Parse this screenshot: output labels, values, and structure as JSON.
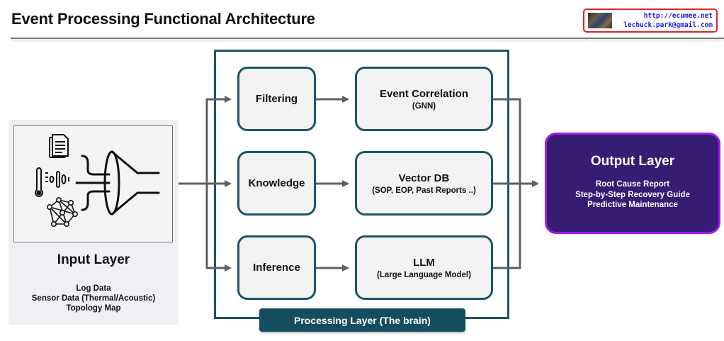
{
  "header": {
    "title": "Event Processing Functional Architecture",
    "badge": {
      "url": "http://ecumee.net",
      "email": "lechuck.park@gmail.com"
    }
  },
  "input_layer": {
    "title": "Input Layer",
    "icons": [
      "document-icon",
      "thermometer-icon",
      "sound-wave-icon",
      "network-graph-icon",
      "funnel-icon"
    ],
    "items": [
      "Log Data",
      "Sensor Data (Thermal/Acoustic)",
      "Topology Map"
    ]
  },
  "processing_layer": {
    "label": "Processing Layer (The brain)",
    "rows": [
      {
        "stage": "Filtering",
        "target": "Event Correlation",
        "target_sub": "(GNN)"
      },
      {
        "stage": "Knowledge",
        "target": "Vector DB",
        "target_sub": "(SOP, EOP, Past Reports ..)"
      },
      {
        "stage": "Inference",
        "target": "LLM",
        "target_sub": "(Large Language Model)"
      }
    ]
  },
  "output_layer": {
    "title": "Output Layer",
    "items": [
      "Root Cause Report",
      "Step-by-Step Recovery Guide",
      "Predictive Maintenance"
    ]
  },
  "colors": {
    "frame": "#1e5566",
    "label_bg": "#144e5e",
    "output_bg": "#361c72",
    "output_border": "#9c1cf0",
    "connector": "#606060",
    "badge_border": "#e0222a",
    "badge_text": "#1a1adf"
  }
}
